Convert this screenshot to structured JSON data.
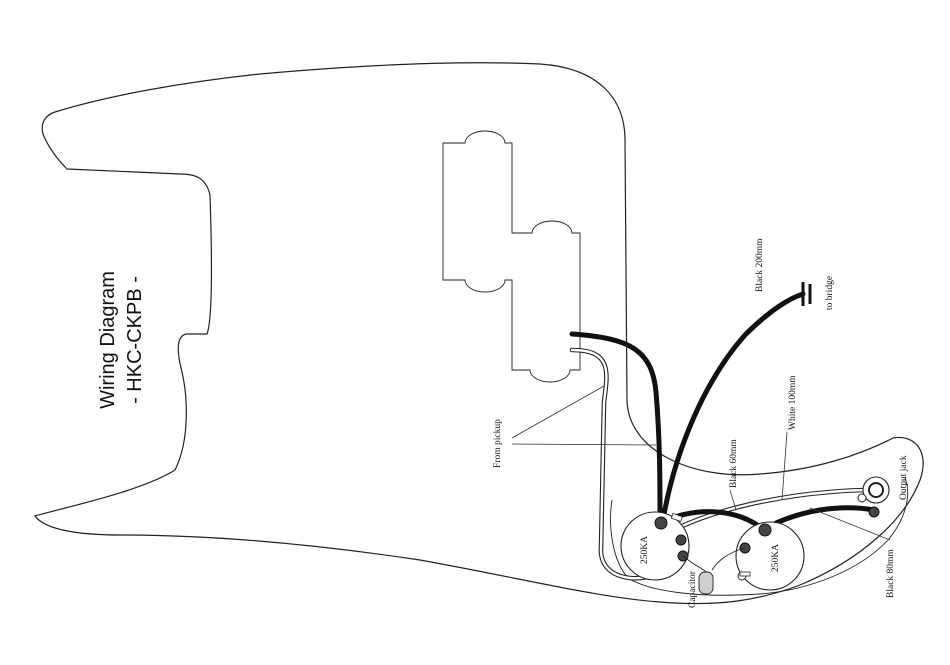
{
  "title": {
    "line1": "Wiring Diagram",
    "line2": " - HKC-CKPB -"
  },
  "labels": {
    "from_pickup": "From pickup",
    "black_200": "Black 200mm",
    "to_bridge": "to bridge",
    "white_100": "White 100mm",
    "black_60": "Black 60mm",
    "output_jack": "Output jack",
    "black_80": "Black 80mm",
    "capacitor": "Capacitor",
    "pot1": "250KA",
    "pot2": "250KA"
  },
  "colors": {
    "background": "#ffffff",
    "line": "#222222",
    "wire_black": "#111111",
    "wire_white": "#ffffff",
    "capacitor": "#cfcfcf"
  }
}
